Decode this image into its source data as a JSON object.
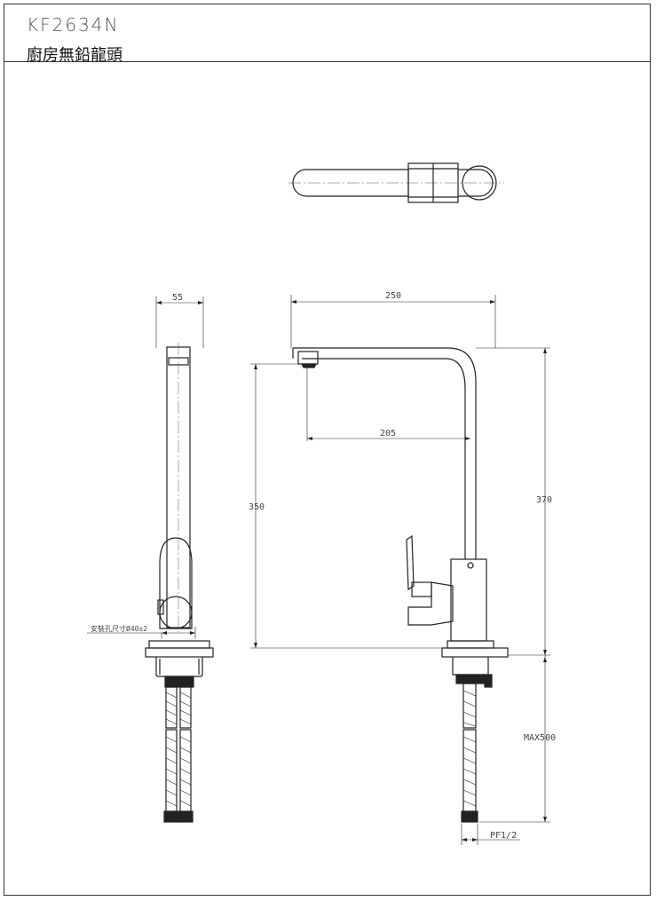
{
  "header": {
    "model": "KF2634N",
    "name": "廚房無鉛龍頭"
  },
  "dimensions": {
    "side_width": "55",
    "install_hole": "安裝孔尺寸Ø40±2",
    "spout_reach": "250",
    "aerator_reach": "205",
    "spout_height": "350",
    "total_height": "370",
    "hose_length": "MAX500",
    "thread": "PF1/2"
  }
}
